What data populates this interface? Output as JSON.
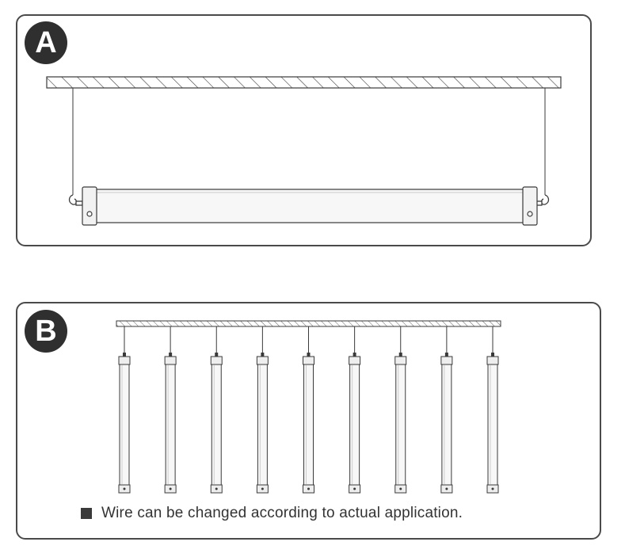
{
  "panel_a": {
    "label": "A"
  },
  "panel_b": {
    "label": "B"
  },
  "note": {
    "text": "Wire can be changed according to actual application.",
    "bullet_icon": "square-bullet-icon"
  },
  "colors": {
    "stroke": "#3a3a3a",
    "badge": "#2f2f2f",
    "tube_fill": "#f7f7f7"
  },
  "panel_b_fixture_count": 9
}
